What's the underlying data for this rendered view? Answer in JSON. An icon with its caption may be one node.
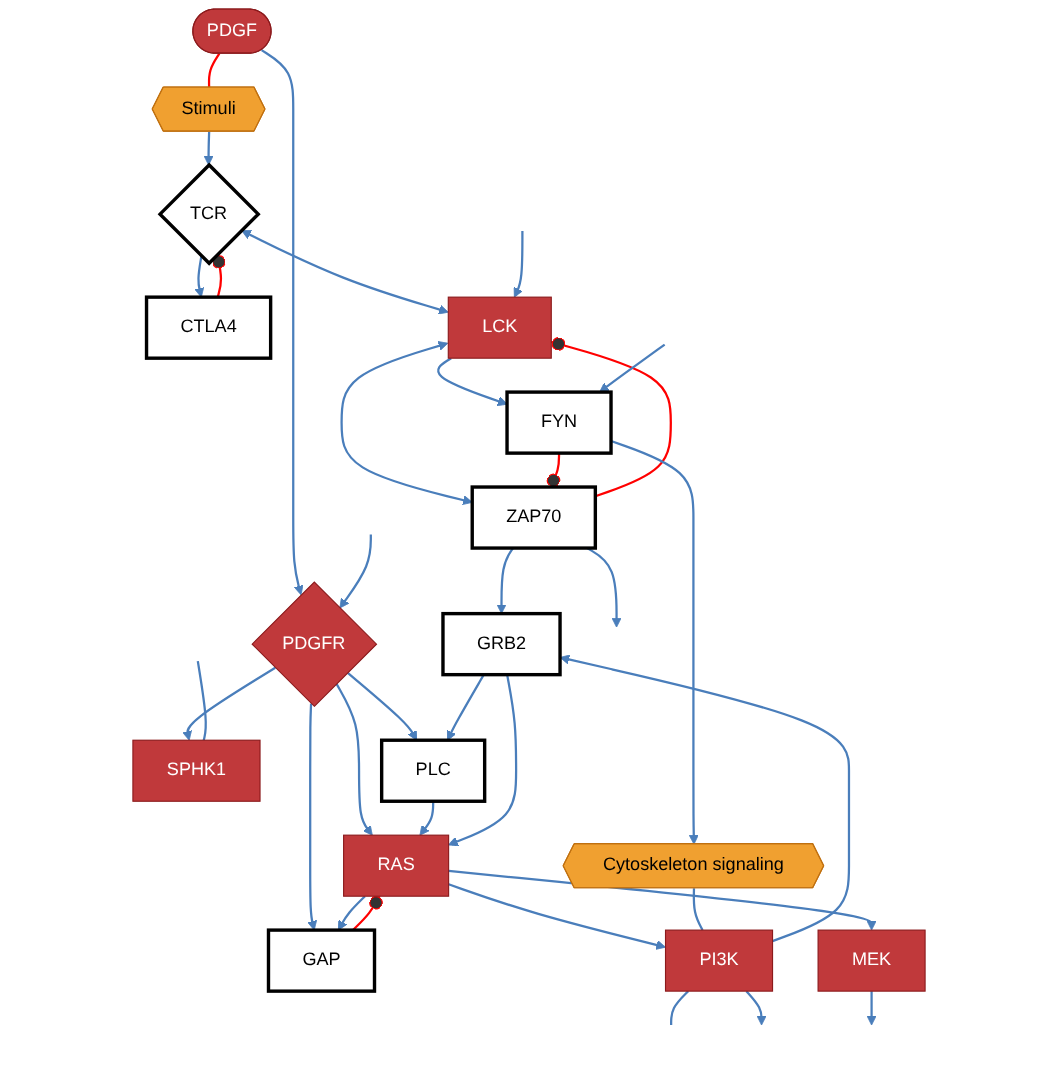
{
  "diagram": {
    "nodes": [
      {
        "text": [
          "PDGF"
        ]
      },
      {
        "text": [
          "Stimuli"
        ]
      },
      {
        "text": [
          "PDGFR"
        ]
      },
      {
        "text": [
          "CTLA4"
        ]
      },
      {
        "text": [
          "TCR"
        ]
      },
      {
        "text": [
          "LCK"
        ]
      },
      {
        "text": [
          "SPHK1"
        ]
      },
      {
        "text": [
          "PLC"
        ]
      },
      {
        "text": [
          "GRB2"
        ]
      },
      {
        "text": [
          "ZAP70"
        ]
      },
      {
        "text": [
          "FYN"
        ]
      },
      {
        "text": [
          "GAP"
        ]
      },
      {
        "text": [
          "RAS"
        ]
      },
      {
        "text": [
          "Cytoskeleton signaling"
        ]
      },
      {
        "text": [
          "MEK"
        ]
      },
      {
        "text": [
          "PI3K"
        ]
      }
    ],
    "edges": [
      {
        "from": 0,
        "to": 1,
        "arrow": "none",
        "color": "#ff0000"
      },
      {
        "from": 0,
        "to": 2,
        "arrow": "to"
      },
      {
        "from": null,
        "to": 2,
        "arrow": "to"
      },
      {
        "from": 1,
        "to": 4,
        "arrow": "to"
      },
      {
        "from": 3,
        "to": 4,
        "arrow": "other",
        "color": "#ff0000"
      },
      {
        "from": 4,
        "to": 3,
        "arrow": "to"
      },
      {
        "from": 4,
        "to": 5,
        "arrow": "both"
      },
      {
        "from": null,
        "to": 5,
        "arrow": "to"
      },
      {
        "from": 2,
        "to": 6,
        "arrow": "to"
      },
      {
        "from": 2,
        "to": 11,
        "arrow": "to"
      },
      {
        "from": 2,
        "to": 7,
        "arrow": "to"
      },
      {
        "from": 2,
        "to": 12,
        "arrow": "to"
      },
      {
        "from": null,
        "to": 6,
        "arrow": "none"
      },
      {
        "from": 8,
        "to": 7,
        "arrow": "to"
      },
      {
        "from": 9,
        "to": 8,
        "arrow": "to"
      },
      {
        "from": 5,
        "to": 9,
        "arrow": "both"
      },
      {
        "from": 9,
        "to": 5,
        "arrow": "other",
        "color": "#ff0000"
      },
      {
        "from": 10,
        "to": 9,
        "arrow": "other",
        "color": "#ff0000"
      },
      {
        "from": 5,
        "to": 10,
        "arrow": "to"
      },
      {
        "from": 7,
        "to": 12,
        "arrow": "to"
      },
      {
        "from": 8,
        "to": 12,
        "arrow": "to"
      },
      {
        "from": 12,
        "to": 11,
        "arrow": "to"
      },
      {
        "from": 11,
        "to": 12,
        "arrow": "other",
        "color": "#ff0000"
      },
      {
        "from": 15,
        "to": 8,
        "arrow": "to"
      },
      {
        "from": 12,
        "to": 15,
        "arrow": "to"
      },
      {
        "from": 12,
        "to": 14,
        "arrow": "to"
      },
      {
        "from": 9,
        "to": null,
        "arrow": "to"
      },
      {
        "from": 10,
        "to": 13,
        "arrow": "to"
      },
      {
        "from": null,
        "to": 10,
        "arrow": "to"
      },
      {
        "from": 13,
        "to": 15,
        "arrow": "none"
      },
      {
        "from": 15,
        "to": null,
        "arrow": "none"
      },
      {
        "from": 14,
        "to": null,
        "arrow": "to"
      },
      {
        "from": 15,
        "to": null,
        "arrow": "to"
      }
    ]
  }
}
